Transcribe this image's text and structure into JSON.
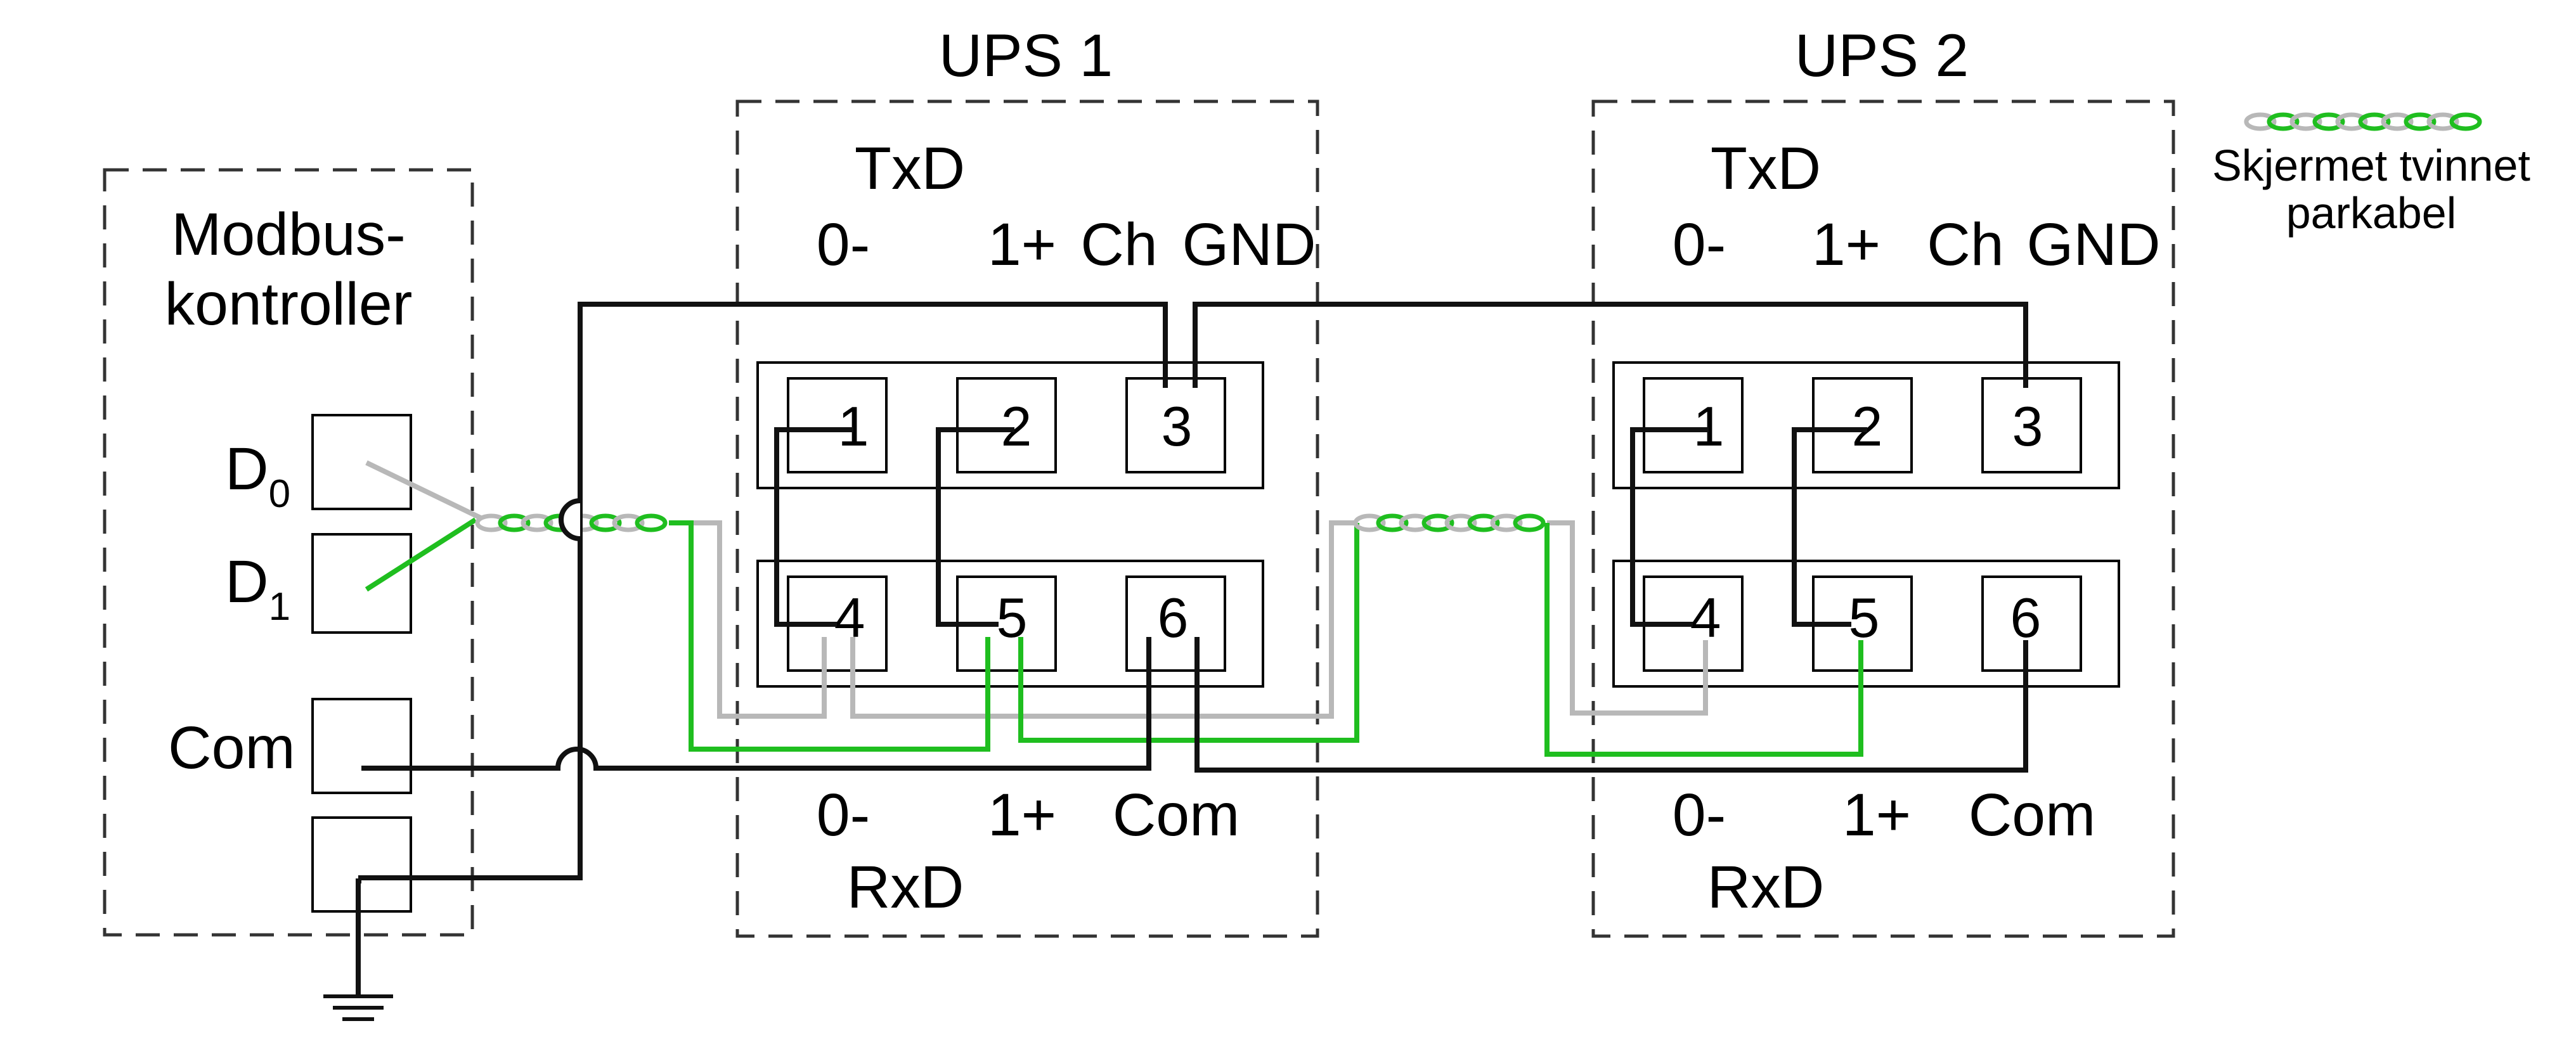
{
  "controller": {
    "title_line1": "Modbus-",
    "title_line2": "kontroller",
    "d0": {
      "letter": "D",
      "sub": "0"
    },
    "d1": {
      "letter": "D",
      "sub": "1"
    },
    "com": "Com"
  },
  "ups1": {
    "title": "UPS 1",
    "txd": "TxD",
    "top_labels": [
      "0-",
      "1+",
      "Ch",
      "GND"
    ],
    "terminals": [
      "1",
      "2",
      "3",
      "4",
      "5",
      "6"
    ],
    "bottom_labels": [
      "0-",
      "1+",
      "Com"
    ],
    "rxd": "RxD"
  },
  "ups2": {
    "title": "UPS 2",
    "txd": "TxD",
    "top_labels": [
      "0-",
      "1+",
      "Ch",
      "GND"
    ],
    "terminals": [
      "1",
      "2",
      "3",
      "4",
      "5",
      "6"
    ],
    "bottom_labels": [
      "0-",
      "1+",
      "Com"
    ],
    "rxd": "RxD"
  },
  "legend": {
    "line1": "Skjermet tvinnet",
    "line2": "parkabel"
  },
  "colors": {
    "shielded_pair_green": "#1fbe1f",
    "shielded_pair_grey": "#b8b8b8",
    "wire_black": "#111111"
  }
}
